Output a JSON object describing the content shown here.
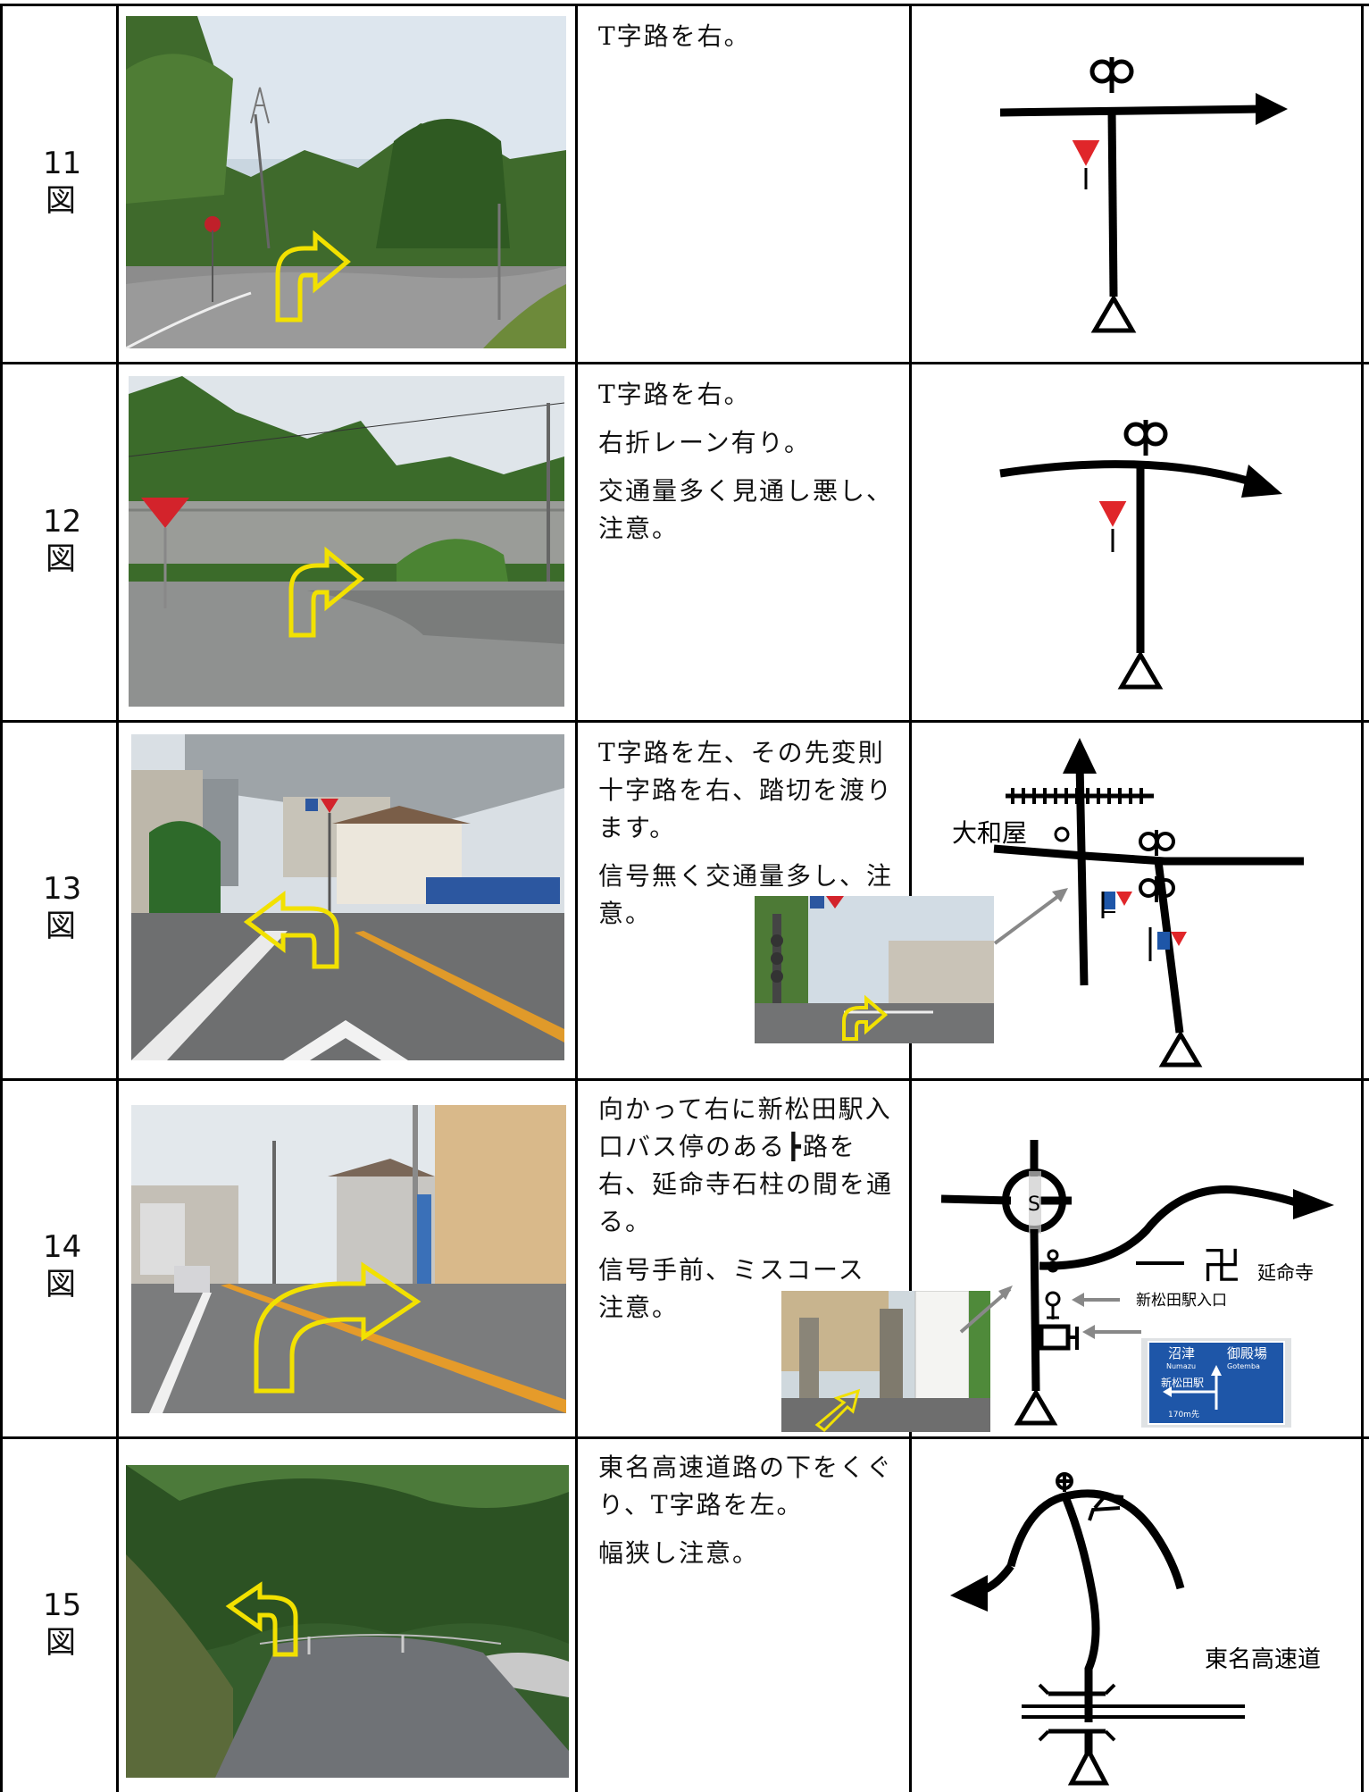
{
  "rows": [
    {
      "figure": [
        "11",
        "図"
      ],
      "description": [
        "T字路を右。"
      ]
    },
    {
      "figure": [
        "12",
        "図"
      ],
      "description": [
        "T字路を右。",
        "右折レーン有り。",
        "交通量多く見通し悪し、注意。"
      ]
    },
    {
      "figure": [
        "13",
        "図"
      ],
      "description": [
        "T字路を左、その先変則十字路を右、踏切を渡ります。",
        "信号無く交通量多し、注意。"
      ],
      "map_labels": {
        "shop": "大和屋"
      }
    },
    {
      "figure": [
        "14",
        "図"
      ],
      "description": [
        "向かって右に新松田駅入口バス停のある┣路を右、延命寺石柱の間を通る。",
        "信号手前、ミスコース注意。"
      ],
      "map_labels": {
        "temple": "延命寺",
        "busstop": "新松田駅入口",
        "station_mark": "S"
      },
      "sign_text": {
        "top_left": "沼津",
        "top_right": "御殿場",
        "sub_left": "Numazu",
        "sub_right": "Gotemba",
        "station": "新松田駅",
        "distance": "170m先"
      }
    },
    {
      "figure": [
        "15",
        "図"
      ],
      "description": [
        "東名高速道路の下をくぐり、T字路を左。",
        "幅狭し注意。"
      ],
      "map_labels": {
        "highway": "東名高速道"
      }
    }
  ],
  "colors": {
    "grid": "#000000",
    "arrow_fill": "#fff7a0",
    "arrow_stroke": "#f2e100",
    "stop_sign": "#e0262a",
    "bus_sign": "#1e56a8"
  }
}
